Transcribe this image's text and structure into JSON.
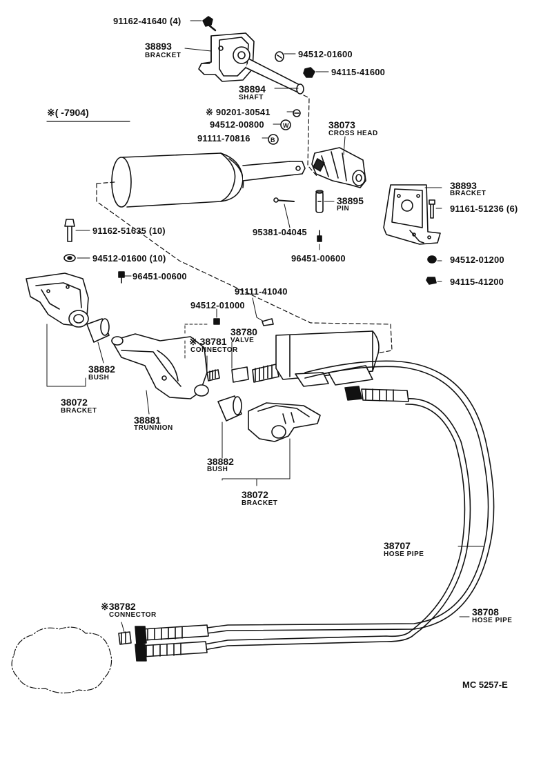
{
  "diagram": {
    "reference": "MC 5257-E",
    "note": "※(       -7904)",
    "parts": {
      "bolt_top": "91162-41640 (4)",
      "bracket_top_no": "38893",
      "bracket_top_name": "BRACKET",
      "washer_a": "94512-01600",
      "nut_a": "94115-41600",
      "shaft_no": "38894",
      "shaft_name": "SHAFT",
      "bolt_b": "※ 90201-30541",
      "washer_b": "94512-00800",
      "bolt_c": "91111-70816",
      "crosshead_no": "38073",
      "crosshead_name": "CROSS HEAD",
      "bracket_right_no": "38893",
      "bracket_right_name": "BRACKET",
      "pin_no": "38895",
      "pin_name": "PIN",
      "bolt_right": "91161-51236 (6)",
      "cotter": "95381-04045",
      "nipple_a": "96451-00600",
      "washer_right": "94512-01200",
      "nut_right": "94115-41200",
      "bolt_left": "91162-51635 (10)",
      "washer_left": "94512-01600 (10)",
      "nipple_left": "96451-00600",
      "bolt_valve": "91111-41040",
      "washer_valve": "94512-01000",
      "valve_no": "38780",
      "valve_name": "VALVE",
      "connector_a_no": "※ 38781",
      "connector_a_name": "CONNECTOR",
      "bush_left_no": "38882",
      "bush_left_name": "BUSH",
      "bracket_left_no": "38072",
      "bracket_left_name": "BRACKET",
      "trunnion_no": "38881",
      "trunnion_name": "TRUNNION",
      "bush_mid_no": "38882",
      "bush_mid_name": "BUSH",
      "bracket_mid_no": "38072",
      "bracket_mid_name": "BRACKET",
      "hose_a_no": "38707",
      "hose_a_name": "HOSE PIPE",
      "hose_b_no": "38708",
      "hose_b_name": "HOSE PIPE",
      "connector_b_no": "※38782",
      "connector_b_name": "CONNECTOR"
    }
  }
}
